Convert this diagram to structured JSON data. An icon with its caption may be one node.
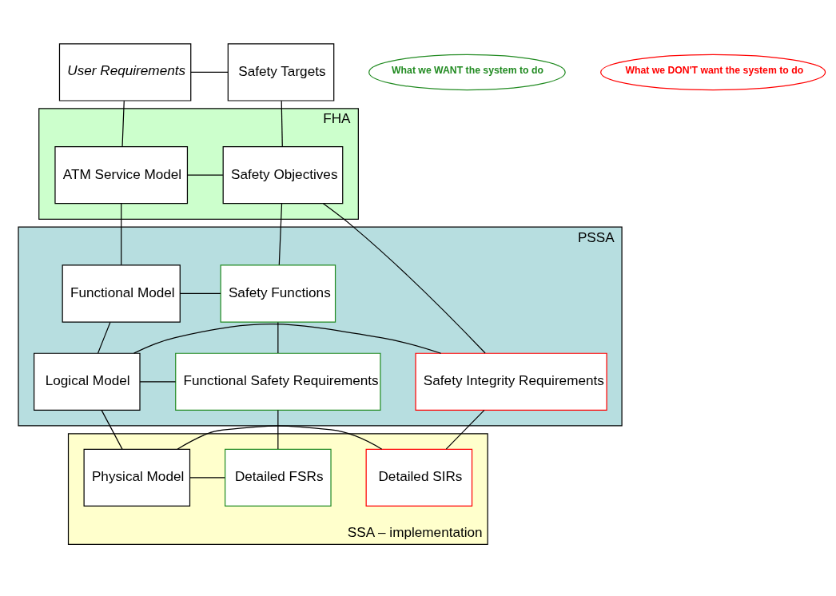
{
  "diagram": {
    "nodes": [
      {
        "text": [
          "User Requirements"
        ]
      },
      {
        "text": [
          "Safety Targets"
        ]
      },
      {
        "text": [
          "FHA"
        ]
      },
      {
        "text": [
          "ATM Service Model"
        ],
        "in": 2
      },
      {
        "text": [
          "Safety Objectives"
        ],
        "in": 2
      },
      {
        "text": [
          "What we WANT the system to do"
        ]
      },
      {
        "text": [
          "What we DON'T want the system to do"
        ]
      },
      {
        "text": [
          "PSSA"
        ]
      },
      {
        "text": [
          "Safety Functions"
        ],
        "in": 7
      },
      {
        "text": [
          "Functional Model"
        ],
        "in": 7
      },
      {
        "text": [
          "Functional Safety Requirements"
        ],
        "in": 7
      },
      {
        "text": [
          "Logical Model"
        ],
        "in": 7
      },
      {
        "text": [
          "Safety Integrity Requirements"
        ],
        "in": 7
      },
      {
        "text": [
          "SSA – implementation"
        ]
      },
      {
        "text": [
          "Detailed FSRs"
        ],
        "in": 13
      },
      {
        "text": [
          "Physical Model"
        ],
        "in": 13
      },
      {
        "text": [
          "Detailed SIRs"
        ],
        "in": 13
      }
    ],
    "edges": [
      {
        "from": 0,
        "to": 1,
        "arrow": "none"
      },
      {
        "from": 0,
        "to": 3,
        "arrow": "none"
      },
      {
        "from": 1,
        "to": 4,
        "arrow": "none"
      },
      {
        "from": 3,
        "to": 4,
        "arrow": "none"
      },
      {
        "from": 3,
        "to": 9,
        "arrow": "none"
      },
      {
        "from": 4,
        "to": 8,
        "arrow": "none"
      },
      {
        "from": 4,
        "to": 12,
        "arrow": "none"
      },
      {
        "from": 8,
        "to": 9,
        "arrow": "none"
      },
      {
        "from": 8,
        "to": 10,
        "arrow": "none"
      },
      {
        "from": 9,
        "to": 11,
        "arrow": "none"
      },
      {
        "from": 10,
        "to": 11,
        "arrow": "none"
      },
      {
        "from": 11,
        "to": 12,
        "arrow": "none"
      },
      {
        "from": 10,
        "to": 14,
        "arrow": "none"
      },
      {
        "from": 11,
        "to": 15,
        "arrow": "none"
      },
      {
        "from": 12,
        "to": 16,
        "arrow": "none"
      },
      {
        "from": 14,
        "to": 15,
        "arrow": "none"
      },
      {
        "from": 15,
        "to": 16,
        "arrow": "none"
      }
    ]
  }
}
